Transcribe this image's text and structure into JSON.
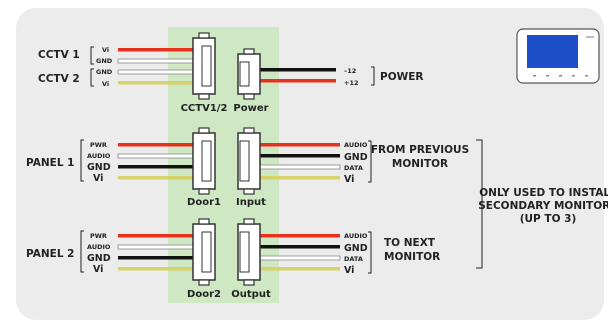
{
  "colors": {
    "background": "#ececec",
    "highlight": "#cfe8c4",
    "wire_red": "#e8321e",
    "wire_white": "#ffffff",
    "wire_black": "#111111",
    "wire_yellow": "#d8d26a",
    "monitor_screen": "#1f4fc8",
    "text": "#222222"
  },
  "groups": {
    "cctv1": "CCTV 1",
    "cctv2": "CCTV 2",
    "panel1": "PANEL 1",
    "panel2": "PANEL 2",
    "power": "POWER",
    "from_previous": [
      "FROM PREVIOUS",
      "MONITOR"
    ],
    "to_next": [
      "TO NEXT",
      "MONITOR"
    ],
    "secondary_note": [
      "ONLY USED TO INSTALL",
      "SECONDARY MONITORS",
      "(UP TO 3)"
    ]
  },
  "connectors": {
    "cctv12": "CCTV1/2",
    "power": "Power",
    "door1": "Door1",
    "input": "Input",
    "door2": "Door2",
    "output": "Output"
  },
  "wires": {
    "cctv1": [
      "Vi",
      "GND"
    ],
    "cctv2": [
      "GND",
      "Vi"
    ],
    "power": [
      "–12",
      "+12"
    ],
    "panel1": [
      "PWR",
      "AUDIO",
      "GND",
      "Vi"
    ],
    "input": [
      "AUDIO",
      "GND",
      "DATA",
      "Vi"
    ],
    "panel2": [
      "PWR",
      "AUDIO",
      "GND",
      "Vi"
    ],
    "output": [
      "AUDIO",
      "GND",
      "DATA",
      "Vi"
    ]
  }
}
